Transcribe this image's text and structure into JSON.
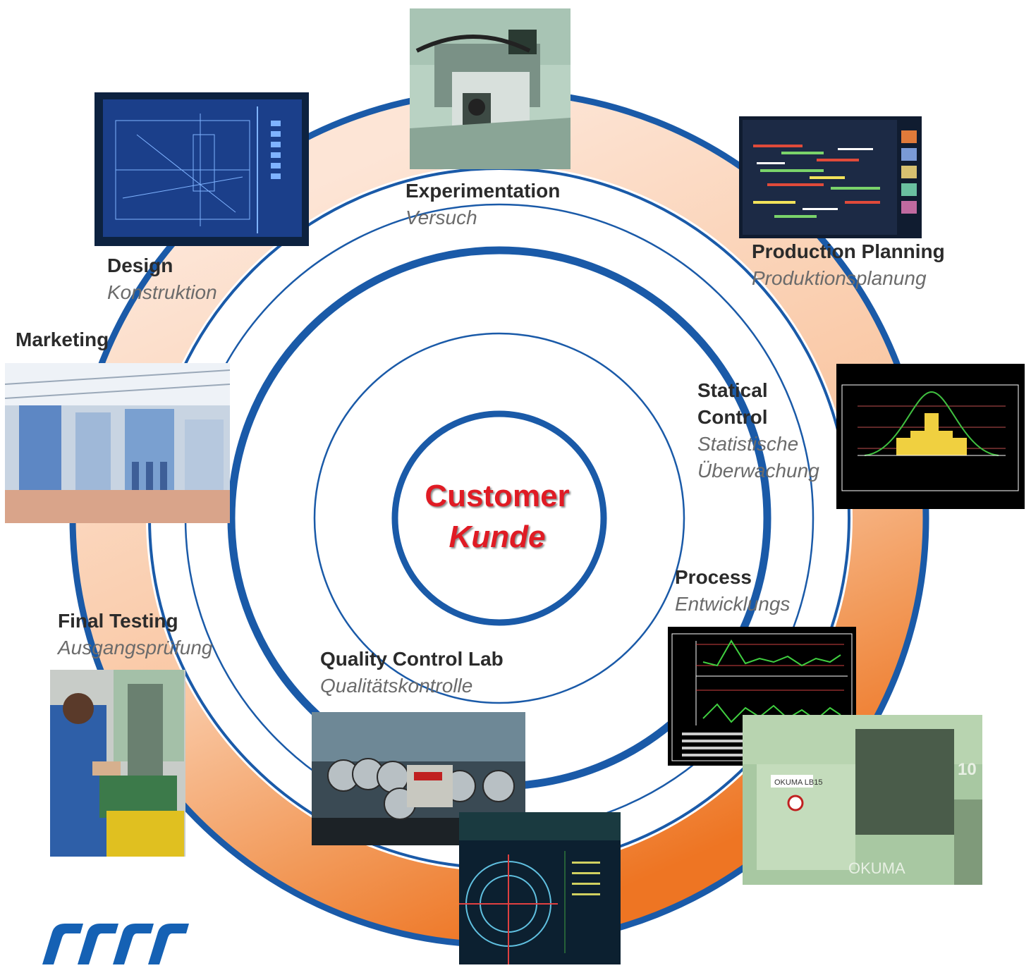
{
  "center": {
    "title": "Customer",
    "subtitle": "Kunde"
  },
  "stations": {
    "experimentation": {
      "en": "Experimentation",
      "de": "Versuch"
    },
    "design": {
      "en": "Design",
      "de": "Konstruktion"
    },
    "marketing": {
      "en": "Marketing"
    },
    "production_planning": {
      "en": "Production Planning",
      "de": "Produktionsplanung"
    },
    "statical_control": {
      "en_line1": "Statical",
      "en_line2": "Control",
      "de_line1": "Statistische",
      "de_line2": "Überwachung"
    },
    "process": {
      "en": "Process",
      "de": "Entwicklungs"
    },
    "final_testing": {
      "en": "Final Testing",
      "de": "Ausgangsprüfung"
    },
    "quality_control_lab": {
      "en": "Quality Control Lab",
      "de": "Qualitätskontrolle"
    }
  },
  "photos": {
    "okuma_badge": "OKUMA LB15",
    "okuma_wordmark": "OKUMA",
    "okuma_number": "10"
  },
  "colors": {
    "ring_blue": "#1a5aa8",
    "ring_orange_light": "#fbd5bd",
    "ring_orange_dark": "#ee7523",
    "customer_red": "#e01b24",
    "logo_blue": "#1561b4"
  }
}
